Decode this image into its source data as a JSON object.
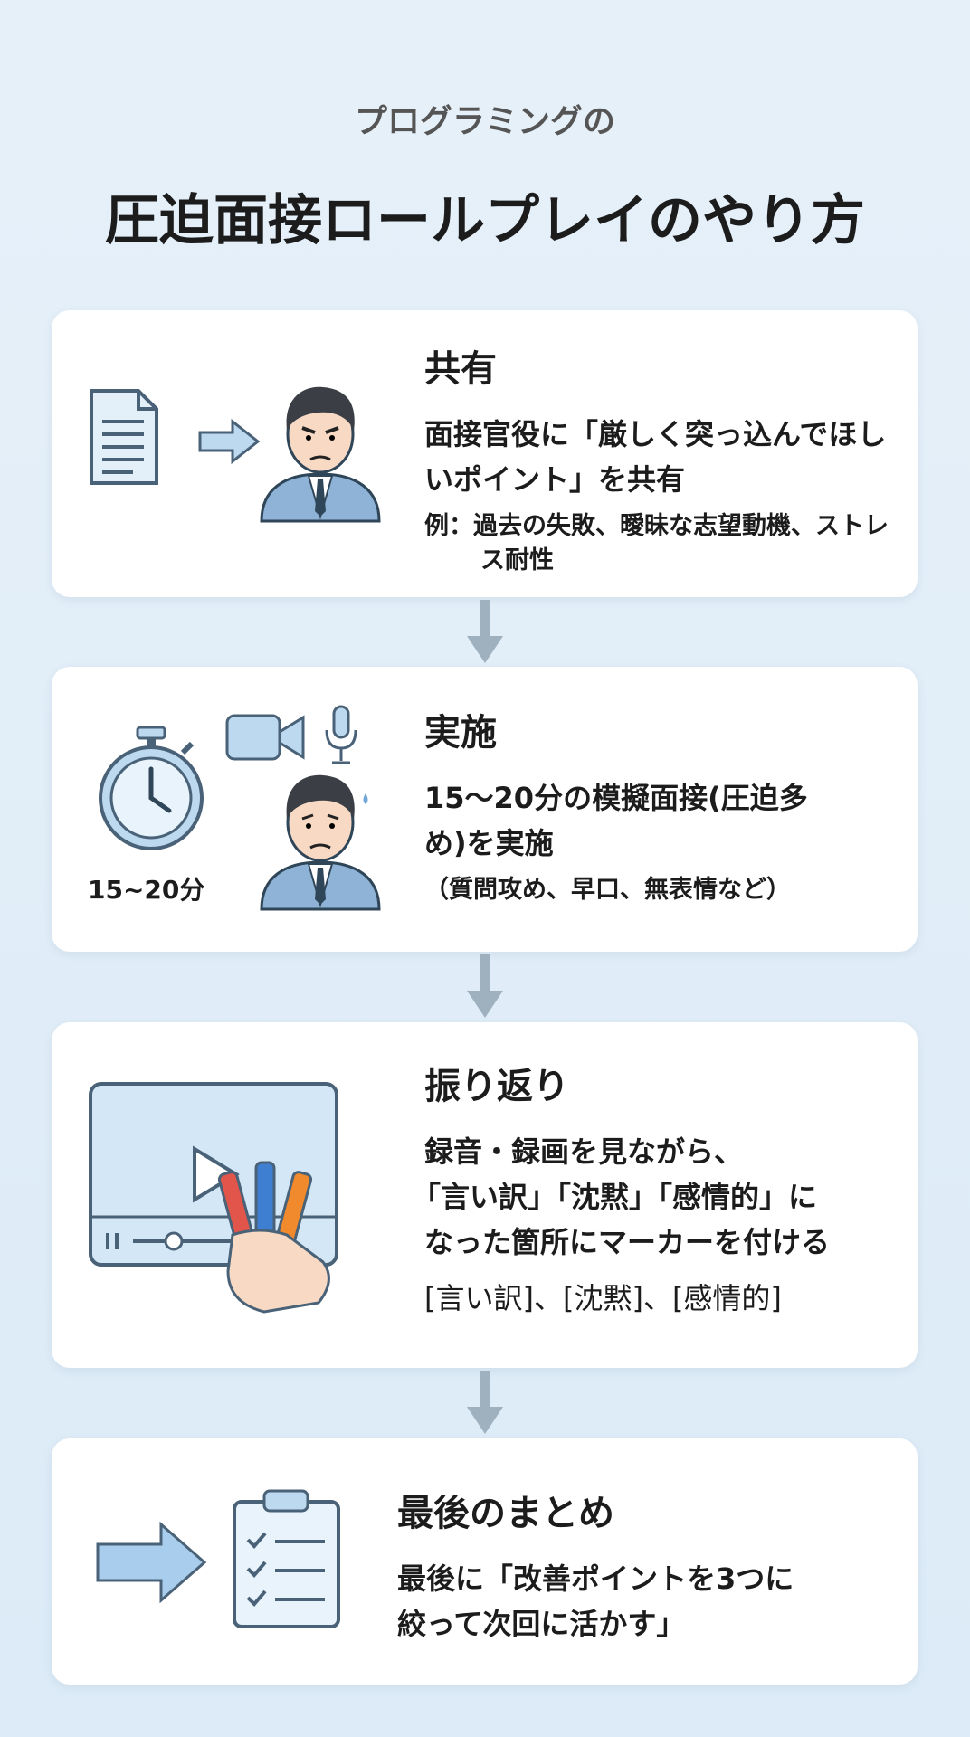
{
  "header": {
    "subtitle": "プログラミングの",
    "title": "圧迫面接ロールプレイのやり方"
  },
  "steps": [
    {
      "title": "共有",
      "body": "面接官役に「厳しく突っ込んでほしいポイント」を共有",
      "note": "例：過去の失敗、曖昧な志望動機、ストレス耐性"
    },
    {
      "title": "実施",
      "body": "15〜20分の模擬面接(圧迫多め)を実施",
      "note": "（質問攻め、早口、無表情など）",
      "timer_label": "15~20分"
    },
    {
      "title": "振り返り",
      "body_lines": [
        "録音・録画を見ながら、",
        "「言い訳」「沈黙」「感情的」に",
        "なった箇所にマーカーを付ける"
      ],
      "note": "[言い訳]、[沈黙]、[感情的]"
    },
    {
      "title": "最後のまとめ",
      "body": "最後に「改善ポイントを3つに絞って次回に活かす」"
    }
  ],
  "colors": {
    "icon_fill": "#bcd9f0",
    "icon_stroke": "#4a6278",
    "arrow": "#9fb0bf"
  }
}
